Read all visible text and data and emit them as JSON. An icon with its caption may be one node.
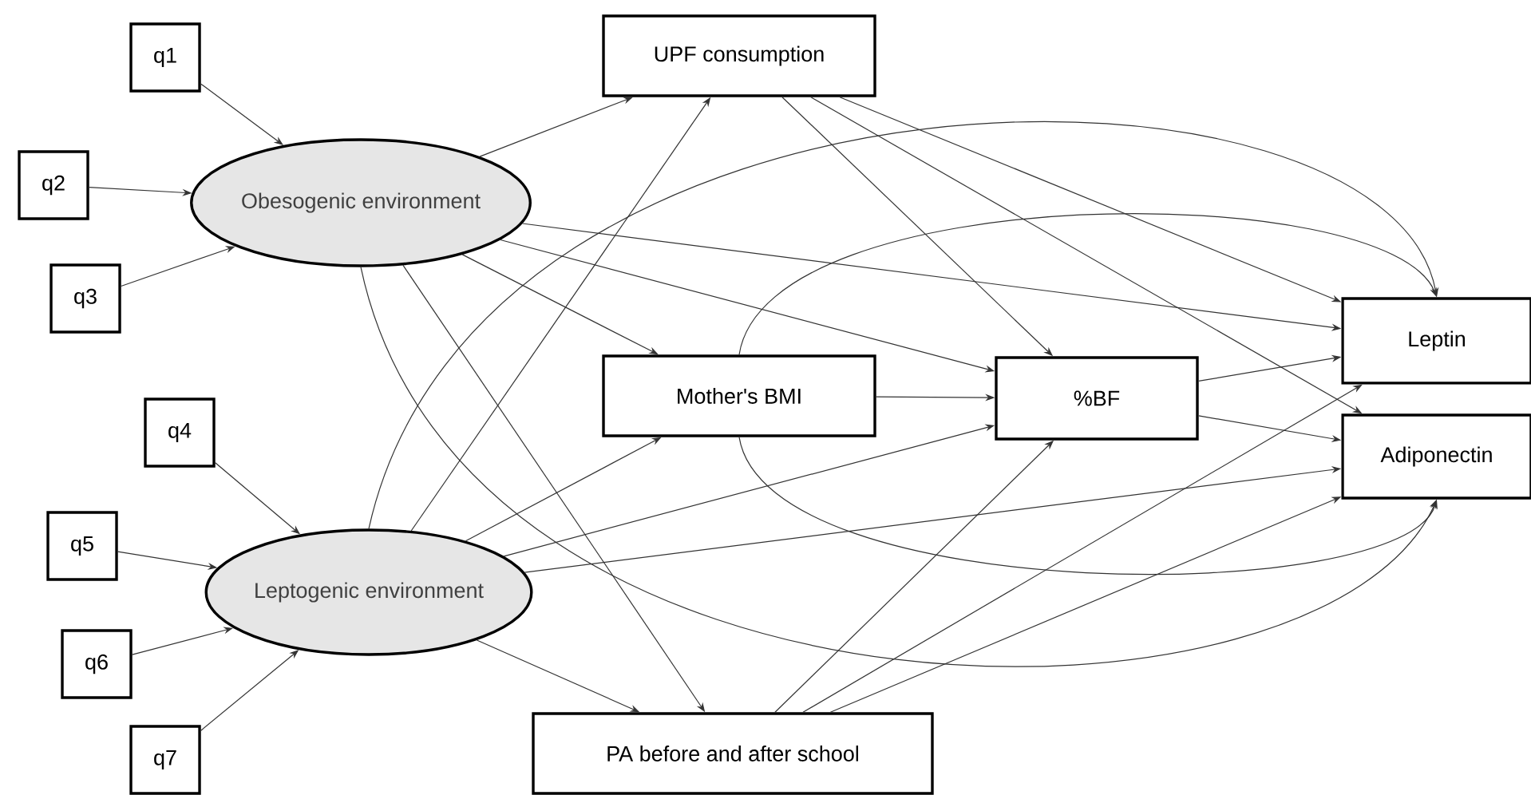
{
  "diagram": {
    "nodes": [
      {
        "text": [
          "q1"
        ]
      },
      {
        "text": [
          "q2"
        ]
      },
      {
        "text": [
          "q3"
        ]
      },
      {
        "text": [
          "q4"
        ]
      },
      {
        "text": [
          "q5"
        ]
      },
      {
        "text": [
          "q6"
        ]
      },
      {
        "text": [
          "q7"
        ]
      },
      {
        "text": [
          "Obesogenic environment"
        ]
      },
      {
        "text": [
          "Leptogenic environment"
        ]
      },
      {
        "text": [
          "UPF consumption"
        ]
      },
      {
        "text": [
          "Mother's BMI"
        ]
      },
      {
        "text": [
          "%BF"
        ]
      },
      {
        "text": [
          "PA before and after school"
        ]
      },
      {
        "text": [
          "Leptin"
        ]
      },
      {
        "text": [
          "Adiponectin"
        ]
      }
    ],
    "edges": [
      {
        "from": 0,
        "to": 7,
        "arrow": "to"
      },
      {
        "from": 1,
        "to": 7,
        "arrow": "to"
      },
      {
        "from": 2,
        "to": 7,
        "arrow": "to"
      },
      {
        "from": 3,
        "to": 8,
        "arrow": "to"
      },
      {
        "from": 4,
        "to": 8,
        "arrow": "to"
      },
      {
        "from": 5,
        "to": 8,
        "arrow": "to"
      },
      {
        "from": 6,
        "to": 8,
        "arrow": "to"
      },
      {
        "from": 7,
        "to": 9,
        "arrow": "to"
      },
      {
        "from": 7,
        "to": 10,
        "arrow": "to"
      },
      {
        "from": 7,
        "to": 11,
        "arrow": "to"
      },
      {
        "from": 7,
        "to": 13,
        "arrow": "to"
      },
      {
        "from": 7,
        "to": 12,
        "arrow": "to"
      },
      {
        "from": 7,
        "to": 14,
        "arrow": "to"
      },
      {
        "from": 8,
        "to": 9,
        "arrow": "to"
      },
      {
        "from": 8,
        "to": 10,
        "arrow": "to"
      },
      {
        "from": 8,
        "to": 11,
        "arrow": "to"
      },
      {
        "from": 8,
        "to": 14,
        "arrow": "to"
      },
      {
        "from": 8,
        "to": 12,
        "arrow": "to"
      },
      {
        "from": 8,
        "to": 13,
        "arrow": "to"
      },
      {
        "from": 9,
        "to": 11,
        "arrow": "to"
      },
      {
        "from": 9,
        "to": 13,
        "arrow": "to"
      },
      {
        "from": 9,
        "to": 14,
        "arrow": "to"
      },
      {
        "from": 10,
        "to": 11,
        "arrow": "to"
      },
      {
        "from": 10,
        "to": 13,
        "arrow": "to"
      },
      {
        "from": 10,
        "to": 14,
        "arrow": "to"
      },
      {
        "from": 11,
        "to": 13,
        "arrow": "to"
      },
      {
        "from": 11,
        "to": 14,
        "arrow": "to"
      },
      {
        "from": 12,
        "to": 11,
        "arrow": "to"
      },
      {
        "from": 12,
        "to": 13,
        "arrow": "to"
      },
      {
        "from": 12,
        "to": 14,
        "arrow": "to"
      }
    ]
  }
}
